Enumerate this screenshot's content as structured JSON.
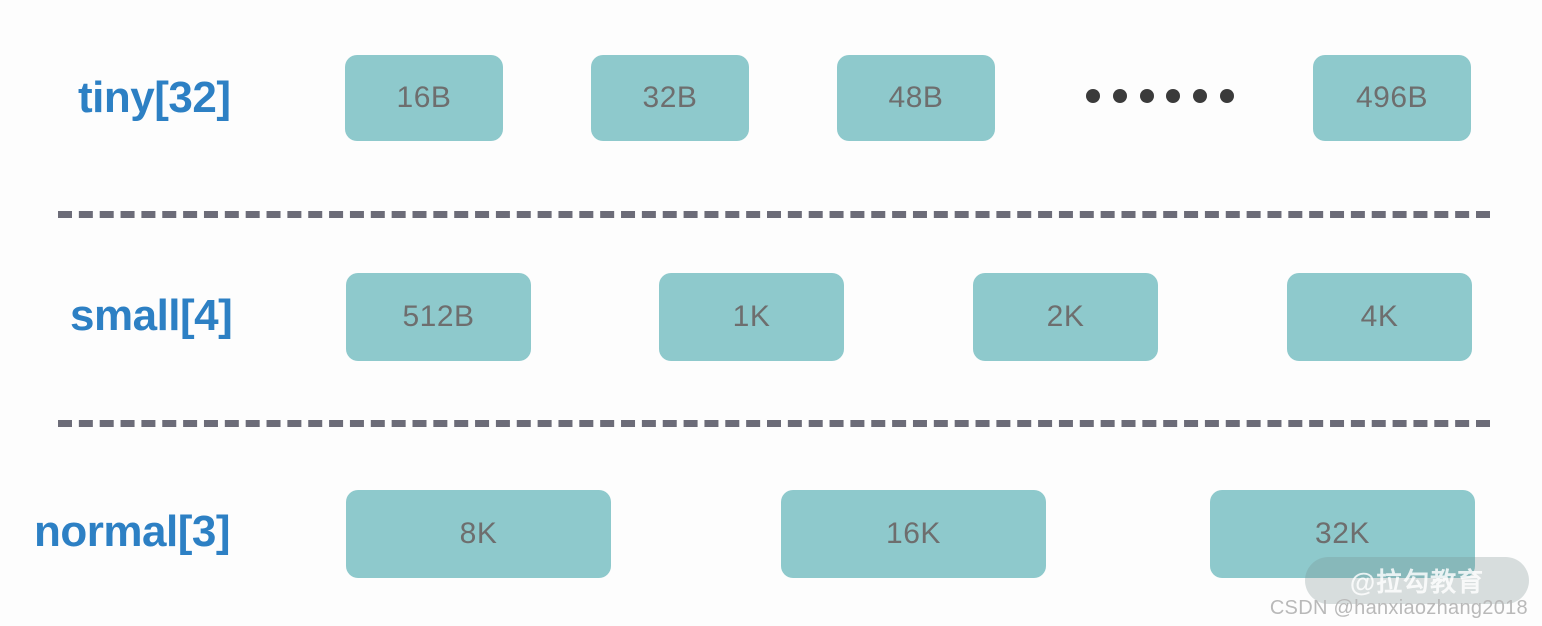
{
  "diagram": {
    "title": "Memory pool size-class layout",
    "colors": {
      "block_fill": "#8ec9cc",
      "block_text": "#6e6e6e",
      "label_blue": "#2d80c4",
      "divider_gray": "#6c6c78",
      "background": "#fdfdfd"
    },
    "rows": [
      {
        "label": "tiny[32]",
        "blocks": [
          "16B",
          "32B",
          "48B",
          "496B"
        ],
        "has_ellipsis": true,
        "ellipsis_dots": 6
      },
      {
        "label": "small[4]",
        "blocks": [
          "512B",
          "1K",
          "2K",
          "4K"
        ],
        "has_ellipsis": false,
        "ellipsis_dots": 0
      },
      {
        "label": "normal[3]",
        "blocks": [
          "8K",
          "16K",
          "32K"
        ],
        "has_ellipsis": false,
        "ellipsis_dots": 0
      }
    ]
  },
  "watermark": {
    "badge": "@拉勾教育",
    "credit": "CSDN @hanxiaozhang2018"
  }
}
